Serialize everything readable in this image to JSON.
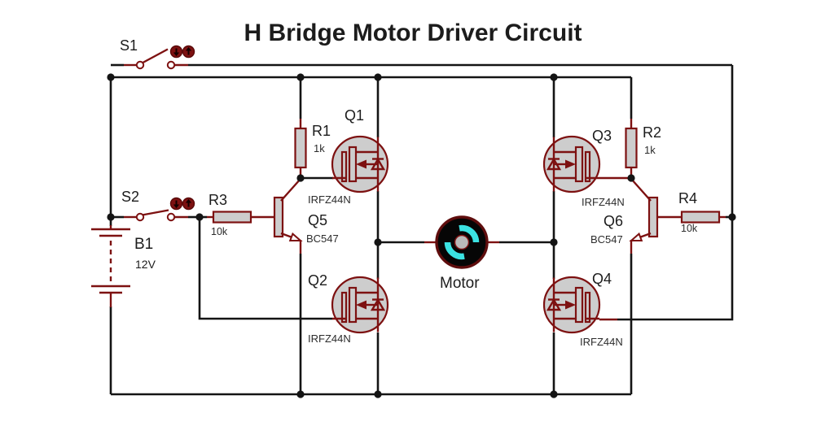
{
  "title": "H Bridge Motor Driver Circuit",
  "components": {
    "s1": {
      "ref": "S1"
    },
    "s2": {
      "ref": "S2"
    },
    "b1": {
      "ref": "B1",
      "value": "12V"
    },
    "r1": {
      "ref": "R1",
      "value": "1k"
    },
    "r2": {
      "ref": "R2",
      "value": "1k"
    },
    "r3": {
      "ref": "R3",
      "value": "10k"
    },
    "r4": {
      "ref": "R4",
      "value": "10k"
    },
    "q1": {
      "ref": "Q1",
      "value": "IRFZ44N"
    },
    "q2": {
      "ref": "Q2",
      "value": "IRFZ44N"
    },
    "q3": {
      "ref": "Q3",
      "value": "IRFZ44N"
    },
    "q4": {
      "ref": "Q4",
      "value": "IRFZ44N"
    },
    "q5": {
      "ref": "Q5",
      "value": "BC547"
    },
    "q6": {
      "ref": "Q6",
      "value": "BC547"
    },
    "motor": {
      "label": "Motor"
    }
  },
  "icons": {
    "switch-toggle-down-icon": "↓",
    "switch-toggle-up-icon": "↑"
  },
  "colors": {
    "wire": "#141414",
    "component": "#7d1111",
    "fill": "#cdcdcd",
    "motor_body": "#060606",
    "motor_arc": "#3be3e3",
    "motor_hub": "#b9b9b9",
    "background": "#ffffff",
    "text": "#1c1c1c"
  }
}
